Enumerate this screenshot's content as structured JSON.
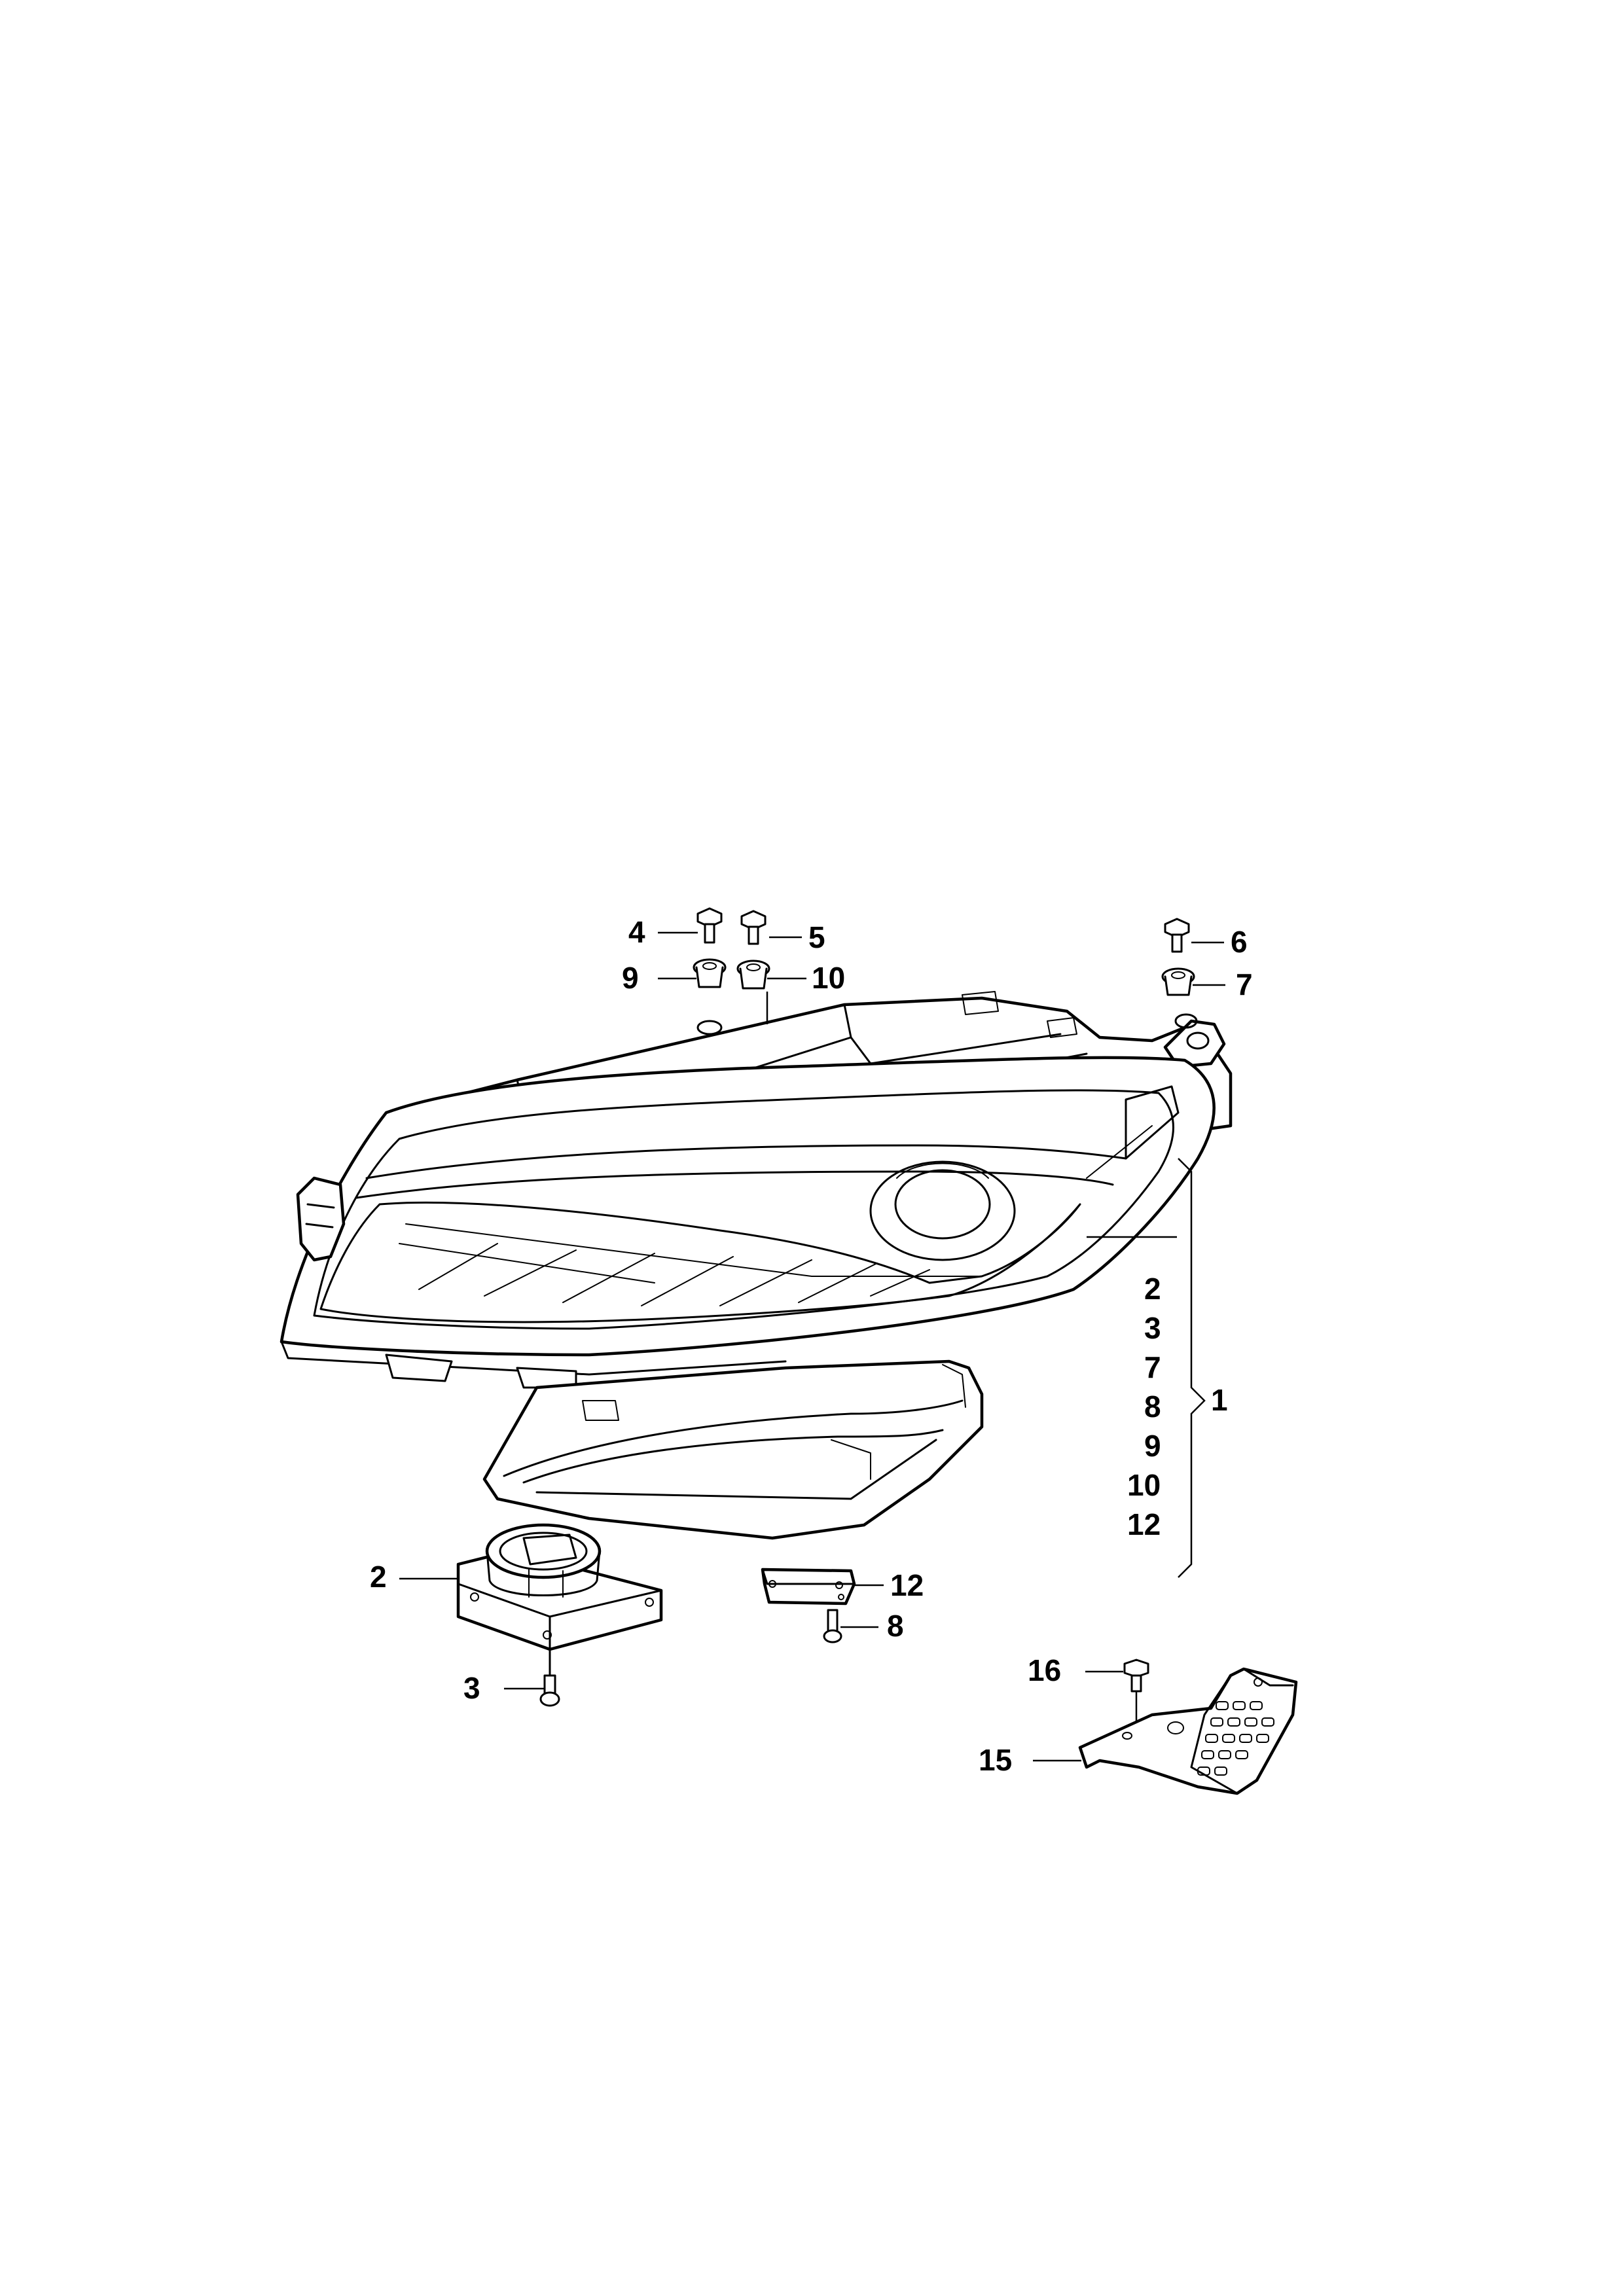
{
  "callouts": {
    "c4": "4",
    "c5": "5",
    "c6": "6",
    "c9": "9",
    "c10": "10",
    "c7": "7",
    "c1": "1",
    "c2": "2",
    "c3": "3",
    "c12": "12",
    "c8": "8",
    "c16": "16",
    "c15": "15"
  },
  "bracket_list": [
    "2",
    "3",
    "7",
    "8",
    "9",
    "10",
    "12"
  ],
  "colors": {
    "line": "#000000",
    "background": "#ffffff"
  }
}
